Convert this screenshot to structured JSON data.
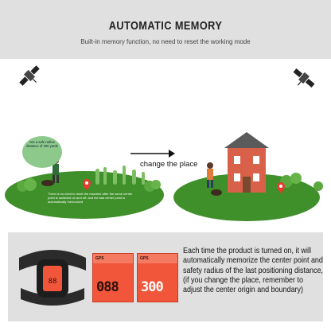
{
  "header": {
    "title": "AUTOMATIC MEMORY",
    "subtitle": "Built-in memory function, no need to reset the working mode"
  },
  "scene": {
    "callout": "Set a safe radius distance of 300 yards",
    "note": "There is no need to reset the machine after the same center point is switched on and off, and the last center point is automatically memorized",
    "arrow_label": "change the place"
  },
  "device": {
    "lcd1": {
      "label": "GPS",
      "digits": "088"
    },
    "lcd2": {
      "label": "GPS",
      "digits": "300"
    }
  },
  "description": "Each time the product is turned on, it will automatically memorize the center point and safety radius of the last positioning distance, (if you change the place, remember to adjust the center origin and boundary)",
  "colors": {
    "grass": "#3f8f2a",
    "accent": "#f2563a",
    "panel": "#e0e0e0"
  }
}
